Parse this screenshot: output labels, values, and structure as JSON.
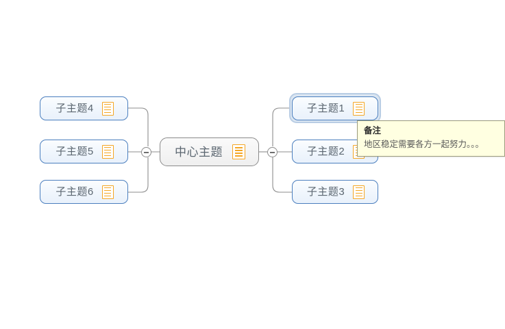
{
  "app": {
    "canvas_background": "#ffffff",
    "node_border_color": "#4a7ebe",
    "central_border_color": "#8a8a8a",
    "note_icon_color": "#f5a623",
    "connector_color": "#8c8c8c",
    "selection_color": "#b9cde4",
    "tooltip_background": "#ffffe1"
  },
  "central": {
    "label": "中心主题",
    "note_icon": "note-icon"
  },
  "left_branch": {
    "toggle_icon": "minus-circle-icon",
    "nodes": [
      {
        "label": "子主题4",
        "note_icon": "note-icon"
      },
      {
        "label": "子主题5",
        "note_icon": "note-icon"
      },
      {
        "label": "子主题6",
        "note_icon": "note-icon"
      }
    ]
  },
  "right_branch": {
    "toggle_icon": "minus-circle-icon",
    "nodes": [
      {
        "label": "子主题1",
        "note_icon": "note-icon",
        "selected": true
      },
      {
        "label": "子主题2",
        "note_icon": "note-icon",
        "selected": false
      },
      {
        "label": "子主题3",
        "note_icon": "note-icon",
        "selected": false
      }
    ]
  },
  "tooltip": {
    "title": "备注",
    "body": "地区稳定需要各方一起努力。。。"
  }
}
